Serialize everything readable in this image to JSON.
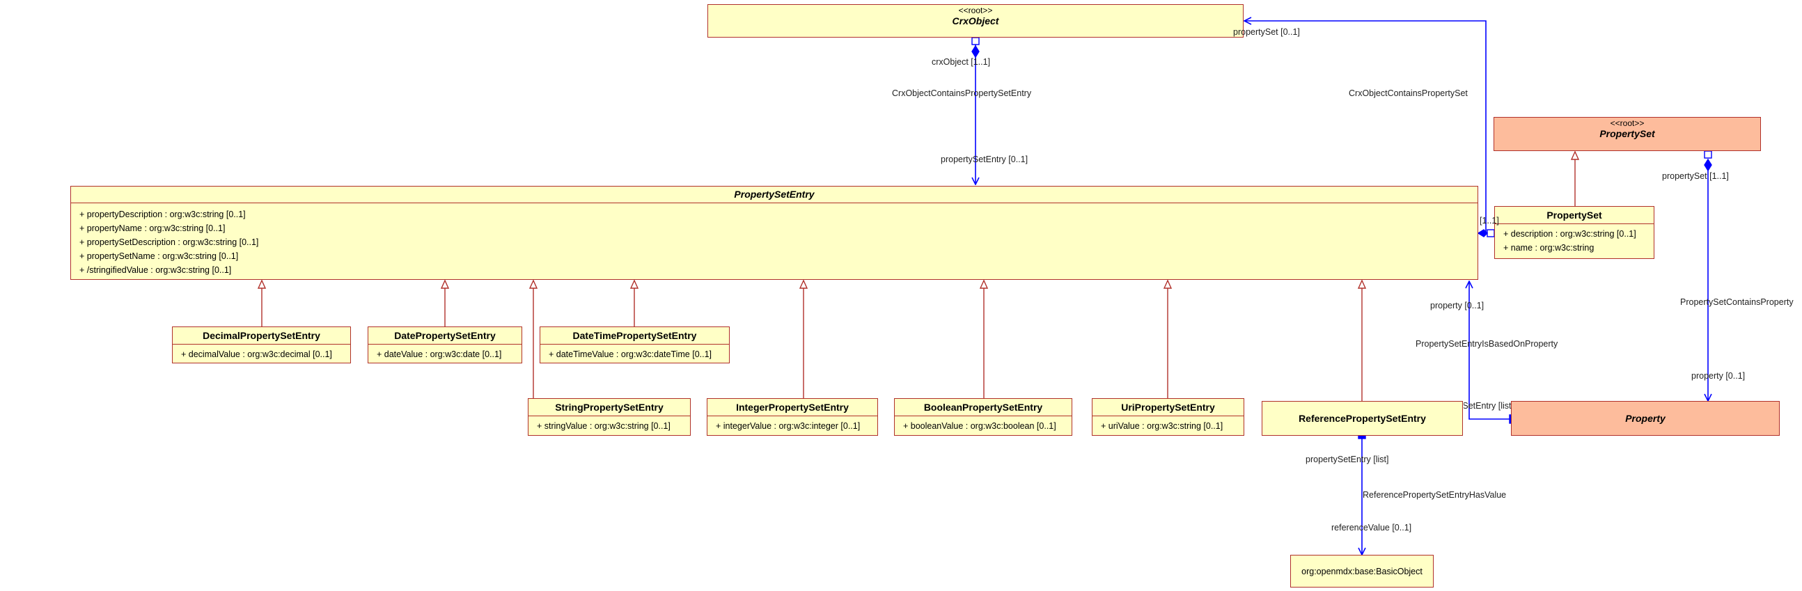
{
  "classes": {
    "crxobject": {
      "stereotype": "<<root>>",
      "name": "CrxObject"
    },
    "propertyset_root": {
      "stereotype": "<<root>>",
      "name": "PropertySet"
    },
    "propertysetentry": {
      "name": "PropertySetEntry",
      "attributes": [
        "+ propertyDescription : org:w3c:string [0..1]",
        "+ propertyName : org:w3c:string [0..1]",
        "+ propertySetDescription : org:w3c:string [0..1]",
        "+ propertySetName : org:w3c:string [0..1]",
        "+ /stringifiedValue : org:w3c:string [0..1]"
      ]
    },
    "propertyset": {
      "name": "PropertySet",
      "attributes": [
        "+ description : org:w3c:string [0..1]",
        "+ name : org:w3c:string"
      ]
    },
    "decimal": {
      "name": "DecimalPropertySetEntry",
      "attributes": [
        "+ decimalValue : org:w3c:decimal [0..1]"
      ]
    },
    "date": {
      "name": "DatePropertySetEntry",
      "attributes": [
        "+ dateValue : org:w3c:date [0..1]"
      ]
    },
    "datetime": {
      "name": "DateTimePropertySetEntry",
      "attributes": [
        "+ dateTimeValue : org:w3c:dateTime [0..1]"
      ]
    },
    "string": {
      "name": "StringPropertySetEntry",
      "attributes": [
        "+ stringValue : org:w3c:string [0..1]"
      ]
    },
    "integer": {
      "name": "IntegerPropertySetEntry",
      "attributes": [
        "+ integerValue : org:w3c:integer [0..1]"
      ]
    },
    "boolean": {
      "name": "BooleanPropertySetEntry",
      "attributes": [
        "+ booleanValue : org:w3c:boolean [0..1]"
      ]
    },
    "uri": {
      "name": "UriPropertySetEntry",
      "attributes": [
        "+ uriValue : org:w3c:string [0..1]"
      ]
    },
    "reference": {
      "name": "ReferencePropertySetEntry"
    },
    "property": {
      "name": "Property"
    },
    "basicobject": {
      "name": "org:openmdx:base:BasicObject"
    }
  },
  "labels": {
    "crxobject_mult": "crxObject [1..1]",
    "assoc1": "CrxObjectContainsPropertySetEntry",
    "pse_mult": "propertySetEntry [0..1]",
    "propertyset_mult_top": "propertySet [0..1]",
    "assoc2": "CrxObjectContainsPropertySet",
    "propertyset_mult_side": "[1..1]",
    "ps_root_mult": "propertySet [1..1]",
    "assoc3": "PropertySetContainsProperty",
    "property_mult": "property [0..1]",
    "property_mult2": "property [0..1]",
    "assoc4": "PropertySetEntryIsBasedOnProperty",
    "pse_list": "propertySetEntry [list]",
    "pse_list2": "propertySetEntry [list]",
    "assoc5": "ReferencePropertySetEntryHasValue",
    "refvalue_mult": "referenceValue [0..1]"
  }
}
